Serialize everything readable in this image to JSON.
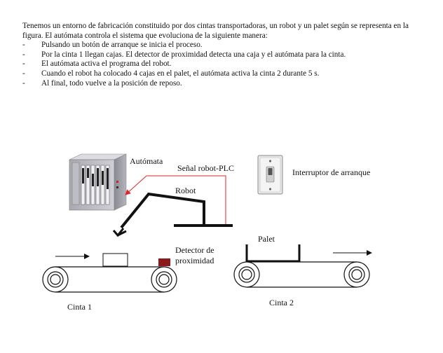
{
  "intro": {
    "paragraph": "Tenemos un entorno de fabricación constituido por dos cintas transportadoras, un robot y un palet según se representa en la figura. El autómata controla el sistema que evoluciona de la siguiente manera:",
    "steps": [
      "Pulsando un botón de arranque se inicia el proceso.",
      "Por la cinta 1 llegan cajas. El detector de proximidad detecta una caja y el autómata para la cinta.",
      "El autómata activa el programa del robot.",
      "Cuando el robot ha colocado 4 cajas en el palet, el autómata activa la cinta 2 durante 5 s.",
      "Al final, todo vuelve a la posición de reposo."
    ]
  },
  "labels": {
    "automata": "Autómata",
    "signal": "Señal robot-PLC",
    "robot": "Robot",
    "switch": "Interruptor de arranque",
    "detector_line1": "Detector de",
    "detector_line2": "proximidad",
    "palet": "Palet",
    "cinta1": "Cinta 1",
    "cinta2": "Cinta 2"
  },
  "colors": {
    "signal_line": "#e0242a",
    "detector": "#8b1a1a"
  }
}
